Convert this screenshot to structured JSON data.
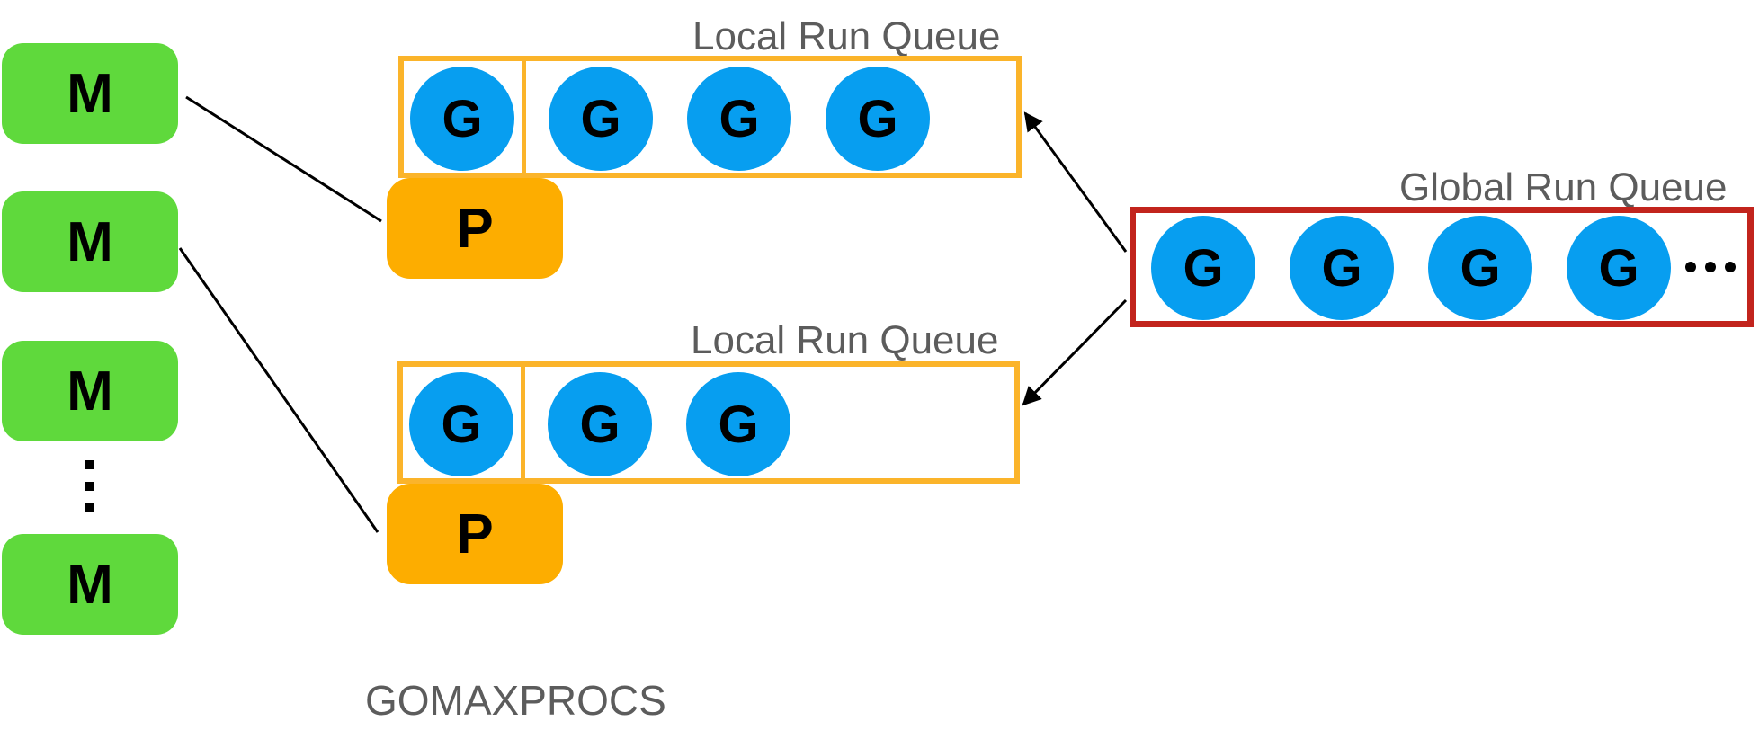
{
  "m_label": "M",
  "p_label": "P",
  "g_label": "G",
  "local_queue_label": "Local Run Queue",
  "global_queue_label": "Global Run Queue",
  "gomaxprocs_label": "GOMAXPROCS",
  "colors": {
    "machine": "#5fd93c",
    "processor": "#fdad00",
    "goroutine": "#079ef0",
    "local_queue_border": "#fbb42a",
    "global_queue_border": "#c2241d",
    "label_text": "#5c5c5c"
  }
}
